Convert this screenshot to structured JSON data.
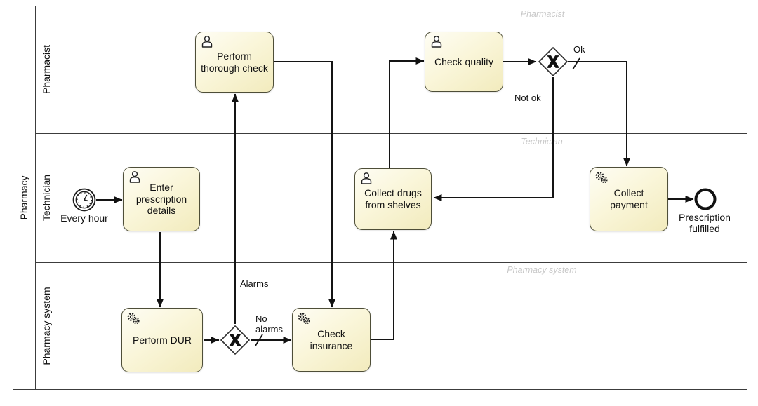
{
  "pool": {
    "label": "Pharmacy"
  },
  "lanes": [
    {
      "label": "Pharmacist",
      "watermark": "Pharmacist"
    },
    {
      "label": "Technician",
      "watermark": "Technician"
    },
    {
      "label": "Pharmacy system",
      "watermark": "Pharmacy system"
    }
  ],
  "events": {
    "start": {
      "kind": "timer-start",
      "label": "Every hour",
      "icon": "clock-icon"
    },
    "end": {
      "kind": "end",
      "label": "Prescription fulfilled"
    }
  },
  "tasks": {
    "enter_prescription": {
      "label": "Enter prescription details",
      "kind": "user",
      "icon": "user-icon"
    },
    "perform_thorough_check": {
      "label": "Perform thorough check",
      "kind": "user",
      "icon": "user-icon"
    },
    "check_quality": {
      "label": "Check quality",
      "kind": "user",
      "icon": "user-icon"
    },
    "collect_drugs": {
      "label": "Collect drugs from shelves",
      "kind": "user",
      "icon": "user-icon"
    },
    "perform_dur": {
      "label": "Perform DUR",
      "kind": "service",
      "icon": "gears-icon"
    },
    "check_insurance": {
      "label": "Check insurance",
      "kind": "service",
      "icon": "gears-icon"
    },
    "collect_payment": {
      "label": "Collect payment",
      "kind": "service",
      "icon": "gears-icon"
    }
  },
  "gateways": {
    "dur_result": {
      "symbol": "X",
      "branches": [
        "Alarms",
        "No alarms"
      ]
    },
    "quality_result": {
      "symbol": "X",
      "branches": [
        "Ok",
        "Not ok"
      ]
    }
  },
  "flow_labels": {
    "alarms": "Alarms",
    "no_alarms": "No alarms",
    "ok": "Ok",
    "not_ok": "Not ok"
  },
  "colors": {
    "task_fill_light": "#fefdf4",
    "task_fill_dark": "#f2ebbd",
    "task_border": "#4e4e38",
    "flow": "#141414",
    "lane_border": "#3c3c3c",
    "watermark": "#c8c8c8",
    "background": "#ffffff"
  }
}
